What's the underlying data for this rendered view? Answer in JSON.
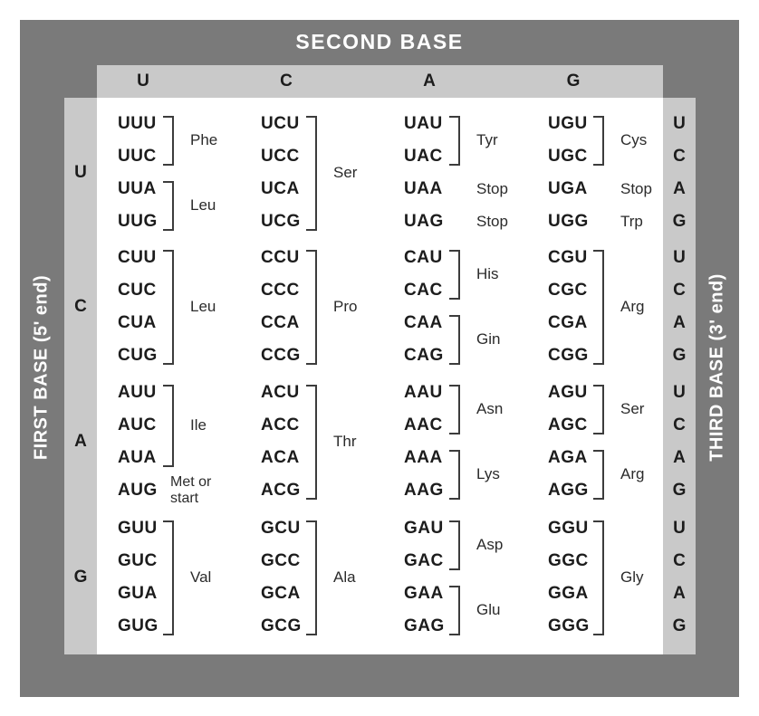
{
  "title": "SECOND BASE",
  "axes": {
    "left": "FIRST BASE (5' end)",
    "right": "THIRD BASE (3' end)"
  },
  "second_bases": [
    "U",
    "C",
    "A",
    "G"
  ],
  "third_bases": [
    "U",
    "C",
    "A",
    "G"
  ],
  "colors": {
    "frame": "#7a7a7a",
    "strip": "#c9c9c9",
    "codon_text": "#1c1c1c",
    "label_text": "#2b2b2b",
    "background": "#ffffff",
    "title_text": "#ffffff"
  },
  "grid": {
    "rows": [
      {
        "first_base": "U",
        "cells": [
          {
            "codons": [
              "UUU",
              "UUC",
              "UUA",
              "UUG"
            ],
            "annotations": [
              {
                "rows": [
                  0,
                  1
                ],
                "bracket": true,
                "label": "Phe"
              },
              {
                "rows": [
                  2,
                  3
                ],
                "bracket": true,
                "label": "Leu"
              }
            ]
          },
          {
            "codons": [
              "UCU",
              "UCC",
              "UCA",
              "UCG"
            ],
            "annotations": [
              {
                "rows": [
                  0,
                  3
                ],
                "bracket": true,
                "label": "Ser"
              }
            ]
          },
          {
            "codons": [
              "UAU",
              "UAC",
              "UAA",
              "UAG"
            ],
            "annotations": [
              {
                "rows": [
                  0,
                  1
                ],
                "bracket": true,
                "label": "Tyr"
              },
              {
                "rows": [
                  2,
                  2
                ],
                "bracket": false,
                "label": "Stop"
              },
              {
                "rows": [
                  3,
                  3
                ],
                "bracket": false,
                "label": "Stop"
              }
            ]
          },
          {
            "codons": [
              "UGU",
              "UGC",
              "UGA",
              "UGG"
            ],
            "annotations": [
              {
                "rows": [
                  0,
                  1
                ],
                "bracket": true,
                "label": "Cys"
              },
              {
                "rows": [
                  2,
                  2
                ],
                "bracket": false,
                "label": "Stop"
              },
              {
                "rows": [
                  3,
                  3
                ],
                "bracket": false,
                "label": "Trp"
              }
            ]
          }
        ]
      },
      {
        "first_base": "C",
        "cells": [
          {
            "codons": [
              "CUU",
              "CUC",
              "CUA",
              "CUG"
            ],
            "annotations": [
              {
                "rows": [
                  0,
                  3
                ],
                "bracket": true,
                "label": "Leu"
              }
            ]
          },
          {
            "codons": [
              "CCU",
              "CCC",
              "CCA",
              "CCG"
            ],
            "annotations": [
              {
                "rows": [
                  0,
                  3
                ],
                "bracket": true,
                "label": "Pro"
              }
            ]
          },
          {
            "codons": [
              "CAU",
              "CAC",
              "CAA",
              "CAG"
            ],
            "annotations": [
              {
                "rows": [
                  0,
                  1
                ],
                "bracket": true,
                "label": "His"
              },
              {
                "rows": [
                  2,
                  3
                ],
                "bracket": true,
                "label": "Gin"
              }
            ]
          },
          {
            "codons": [
              "CGU",
              "CGC",
              "CGA",
              "CGG"
            ],
            "annotations": [
              {
                "rows": [
                  0,
                  3
                ],
                "bracket": true,
                "label": "Arg"
              }
            ]
          }
        ]
      },
      {
        "first_base": "A",
        "cells": [
          {
            "codons": [
              "AUU",
              "AUC",
              "AUA",
              "AUG"
            ],
            "annotations": [
              {
                "rows": [
                  0,
                  2
                ],
                "bracket": true,
                "label": "Ile"
              },
              {
                "rows": [
                  3,
                  3
                ],
                "bracket": false,
                "label_lines": [
                  "Met or",
                  "start"
                ]
              }
            ]
          },
          {
            "codons": [
              "ACU",
              "ACC",
              "ACA",
              "ACG"
            ],
            "annotations": [
              {
                "rows": [
                  0,
                  3
                ],
                "bracket": true,
                "label": "Thr"
              }
            ]
          },
          {
            "codons": [
              "AAU",
              "AAC",
              "AAA",
              "AAG"
            ],
            "annotations": [
              {
                "rows": [
                  0,
                  1
                ],
                "bracket": true,
                "label": "Asn"
              },
              {
                "rows": [
                  2,
                  3
                ],
                "bracket": true,
                "label": "Lys"
              }
            ]
          },
          {
            "codons": [
              "AGU",
              "AGC",
              "AGA",
              "AGG"
            ],
            "annotations": [
              {
                "rows": [
                  0,
                  1
                ],
                "bracket": true,
                "label": "Ser"
              },
              {
                "rows": [
                  2,
                  3
                ],
                "bracket": true,
                "label": "Arg"
              }
            ]
          }
        ]
      },
      {
        "first_base": "G",
        "cells": [
          {
            "codons": [
              "GUU",
              "GUC",
              "GUA",
              "GUG"
            ],
            "annotations": [
              {
                "rows": [
                  0,
                  3
                ],
                "bracket": true,
                "label": "Val"
              }
            ]
          },
          {
            "codons": [
              "GCU",
              "GCC",
              "GCA",
              "GCG"
            ],
            "annotations": [
              {
                "rows": [
                  0,
                  3
                ],
                "bracket": true,
                "label": "Ala"
              }
            ]
          },
          {
            "codons": [
              "GAU",
              "GAC",
              "GAA",
              "GAG"
            ],
            "annotations": [
              {
                "rows": [
                  0,
                  1
                ],
                "bracket": true,
                "label": "Asp"
              },
              {
                "rows": [
                  2,
                  3
                ],
                "bracket": true,
                "label": "Glu"
              }
            ]
          },
          {
            "codons": [
              "GGU",
              "GGC",
              "GGA",
              "GGG"
            ],
            "annotations": [
              {
                "rows": [
                  0,
                  3
                ],
                "bracket": true,
                "label": "Gly"
              }
            ]
          }
        ]
      }
    ]
  }
}
